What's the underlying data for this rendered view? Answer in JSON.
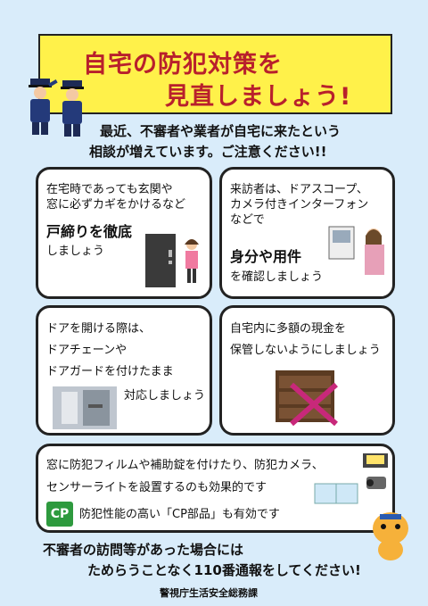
{
  "title": {
    "line1": "自宅の防犯対策を",
    "line2": "見直しましょう!"
  },
  "intro": {
    "line1": "最近、不審者や業者が自宅に来たという",
    "line2": "相談が増えています。ご注意ください!!"
  },
  "cards": {
    "lock": {
      "line1": "在宅時であっても玄関や",
      "line2": "窓に必ずカギをかけるなど",
      "emphasis": "戸締りを徹底",
      "tail": "しましょう"
    },
    "visitor": {
      "line1": "来訪者は、ドアスコープ、",
      "line2": "カメラ付きインターフォン",
      "line3": "などで",
      "emphasis": "身分や用件",
      "tail": "を確認しましょう"
    },
    "chain": {
      "line1": "ドアを開ける際は、",
      "line2": "ドアチェーンや",
      "line3": "ドアガードを付けたまま",
      "tail": "対応しましょう"
    },
    "cash": {
      "line1": "自宅内に多額の現金を",
      "line2": "保管しないようにしましょう"
    },
    "window": {
      "line1": "窓に防犯フィルムや補助錠を付けたり、防犯カメラ、",
      "line2": "センサーライトを設置するのも効果的です",
      "cp_text": "防犯性能の高い「CP部品」も有効です",
      "cp_mark": "CP"
    }
  },
  "footer": {
    "line1": "不審者の訪問等があった場合には",
    "line2": "ためらうことなく110番通報をしてください!"
  },
  "department": "警視庁生活安全総務課",
  "colors": {
    "background": "#d9ecfa",
    "title_box": "#fff14a",
    "title_text": "#b8202c",
    "cp_green": "#2e9a3e",
    "cross": "#c8287a"
  }
}
